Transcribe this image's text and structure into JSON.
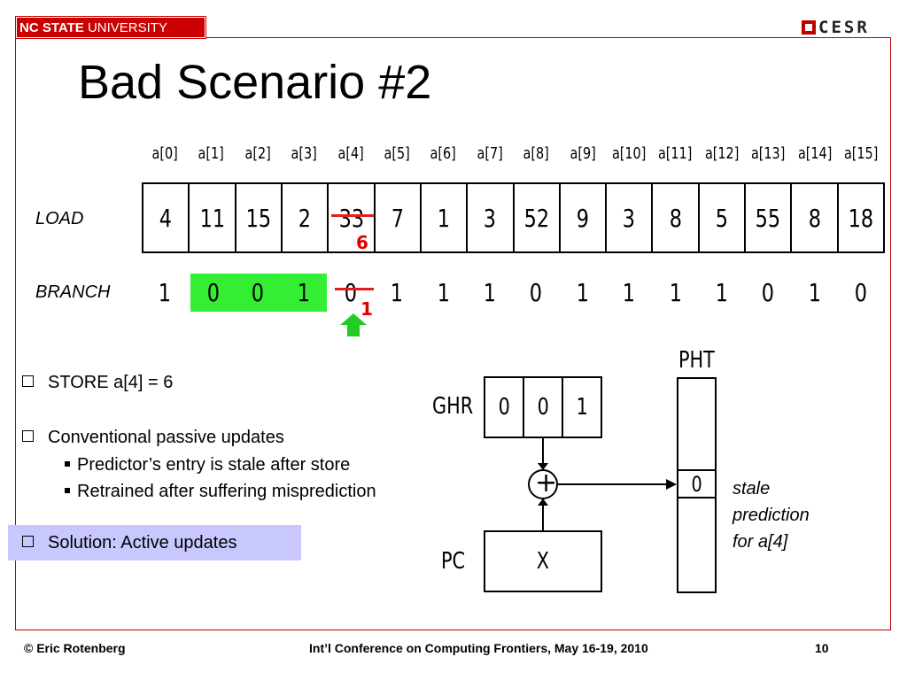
{
  "header": {
    "ncsu_bold": "NC STATE",
    "ncsu_rest": "UNIVERSITY",
    "logo_text": "CESR",
    "title": "Bad Scenario #2"
  },
  "array": {
    "indices": [
      "a[0]",
      "a[1]",
      "a[2]",
      "a[3]",
      "a[4]",
      "a[5]",
      "a[6]",
      "a[7]",
      "a[8]",
      "a[9]",
      "a[10]",
      "a[11]",
      "a[12]",
      "a[13]",
      "a[14]",
      "a[15]"
    ],
    "load_label": "LOAD",
    "load_values": [
      "4",
      "11",
      "15",
      "2",
      "33",
      "7",
      "1",
      "3",
      "52",
      "9",
      "3",
      "8",
      "5",
      "55",
      "8",
      "18"
    ],
    "load_new_value": "6",
    "branch_label": "BRANCH",
    "branch_values": [
      "1",
      "0",
      "0",
      "1",
      "0",
      "1",
      "1",
      "1",
      "0",
      "1",
      "1",
      "1",
      "1",
      "0",
      "1",
      "0"
    ],
    "branch_new_value": "1",
    "highlight_color": "#33ee33",
    "strike_color": "#e02020"
  },
  "bullets": {
    "b1": "STORE a[4] = 6",
    "b2": "Conventional passive updates",
    "b2_sub1": "Predictor’s entry is stale after store",
    "b2_sub2": "Retrained after suffering misprediction",
    "solution": "Solution: Active updates"
  },
  "predictor": {
    "ghr_label": "GHR",
    "ghr_bits": [
      "0",
      "0",
      "1"
    ],
    "pc_label": "PC",
    "pc_value": "X",
    "pht_label": "PHT",
    "pht_entry": "0",
    "xor_symbol": "+",
    "stale_line1": "stale",
    "stale_line2": "prediction",
    "stale_line3": "for a[4]"
  },
  "footer": {
    "author": "© Eric Rotenberg",
    "conference": "Int’l Conference on Computing Frontiers, May 16-19, 2010",
    "page": "10"
  }
}
